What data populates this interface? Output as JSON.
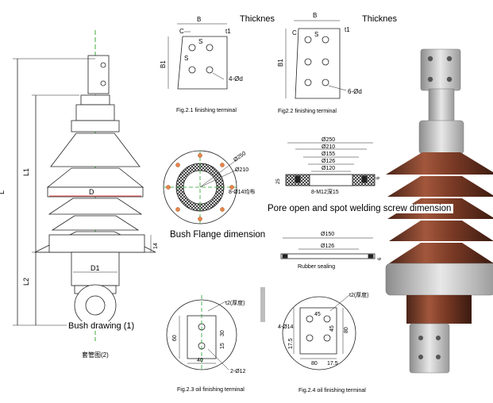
{
  "labels": {
    "thickness_1": "Thicknes",
    "thickness_2": "Thicknes",
    "fig_2_1": "Fig.2.1  finishing terminal",
    "fig_2_2": "Fig2.2  finishing terminal",
    "fig_2_3": "Fig.2.3  oil finishing terminal",
    "fig_2_4": "Fig.2.4  oil finishing terminal",
    "bush_flange": "Bush Flange dimension",
    "pore_open": "Pore open and spot welding screw dimension",
    "rubber_sealing": "Rubber sealing",
    "bush_drawing": "Bush drawing (1)",
    "bush_drawing_2": "套管图(2)"
  },
  "dims": {
    "b": "B",
    "b1": "B1",
    "c": "C",
    "s": "S",
    "t1": "t1",
    "hole4": "4-Ød",
    "hole6": "6-Ød",
    "L": "L",
    "L1": "L1",
    "L2": "L2",
    "D": "D",
    "D1": "D1",
    "t14": "14",
    "f250": "Ø250",
    "f210": "Ø210",
    "f_holes": "8-Ø14均布",
    "p250": "Ø250",
    "p210": "Ø210",
    "p155": "Ø155",
    "p126": "Ø126",
    "p120": "Ø120",
    "p_screw": "8-M12深15",
    "p25": "25",
    "p_small": "6",
    "r150": "Ø150",
    "r126": "Ø126",
    "r6": "6",
    "o_t2": "t2(厚度)",
    "o_60": "60",
    "o_15": "15",
    "o_30": "30",
    "o_40": "40",
    "o_holes": "2-Ø12",
    "q_t2": "t2(厚度)",
    "q_holes": "4-Ø14",
    "q_45a": "45",
    "q_45b": "45",
    "q_80a": "80",
    "q_175a": "17.5",
    "q_80b": "80",
    "q_175b": "17.5"
  }
}
